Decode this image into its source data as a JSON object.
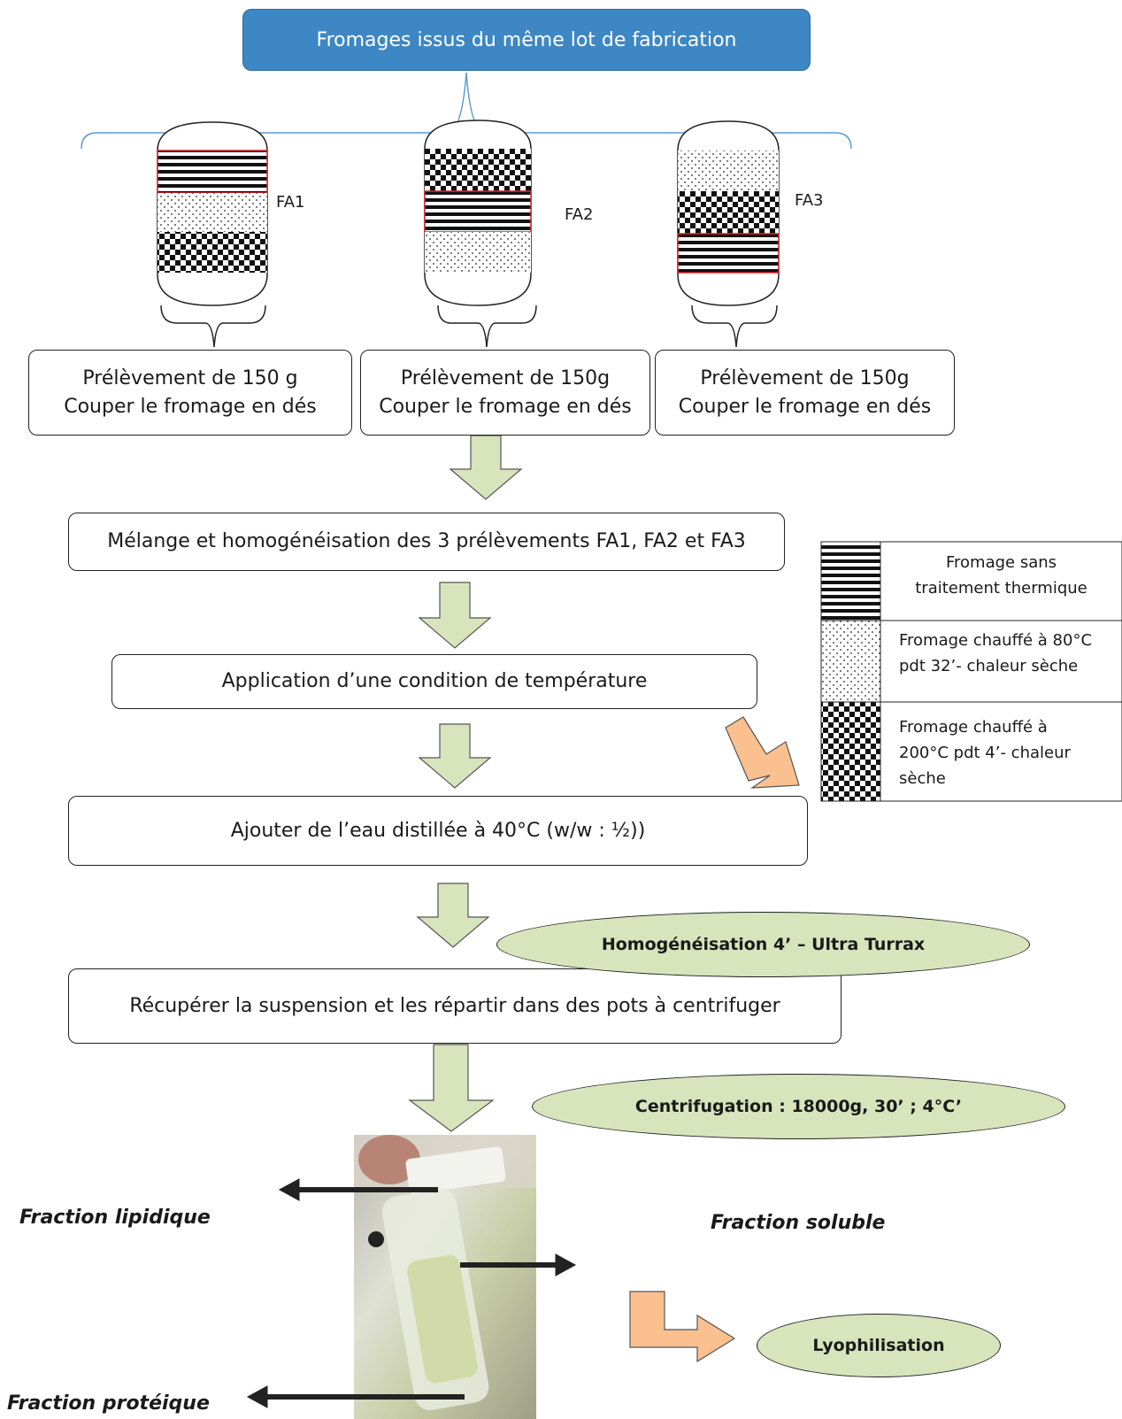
{
  "top": {
    "title": "Fromages issus du même lot de fabrication"
  },
  "cheeses": [
    {
      "label": "FA1"
    },
    {
      "label": "FA2"
    },
    {
      "label": "FA3"
    }
  ],
  "samples": [
    {
      "line1": "Prélèvement de 150 g",
      "line2": "Couper le fromage en dés"
    },
    {
      "line1": "Prélèvement de 150g",
      "line2": "Couper le fromage en dés"
    },
    {
      "line1": "Prélèvement de 150g",
      "line2": "Couper le fromage en dés"
    }
  ],
  "steps": {
    "mix": "Mélange et homogénéisation des 3 prélèvements FA1, FA2 et FA3",
    "temp": "Application d’une condition de température",
    "water": "Ajouter de l’eau distillée à 40°C (w/w : ½))",
    "recover": "Récupérer la suspension et les  répartir dans des pots à centrifuger"
  },
  "ellipses": {
    "homog": "Homogénéisation 4’ – Ultra Turrax",
    "centri": "Centrifugation : 18000g, 30’ ; 4°C’",
    "lyo": "Lyophilisation"
  },
  "legend": [
    {
      "pattern": "stripes",
      "line1": "Fromage sans",
      "line2": "traitement thermique",
      "line3": ""
    },
    {
      "pattern": "dots",
      "line1": "Fromage chauffé à 80°C",
      "line2": "pdt 32’- chaleur sèche",
      "line3": ""
    },
    {
      "pattern": "checker",
      "line1": "Fromage chauffé à",
      "line2": "200°C pdt 4’- chaleur",
      "line3": "sèche"
    }
  ],
  "fractions": {
    "lipid": "Fraction lipidique",
    "soluble": "Fraction soluble",
    "protein": "Fraction protéique"
  },
  "colors": {
    "top_box": "#3d87c4",
    "arrow_green": "#d8e4bc",
    "arrow_orange": "#fac090",
    "ellipse": "#d8e4bc",
    "brace": "#5b9bd5",
    "highlight": "#d9262b"
  }
}
